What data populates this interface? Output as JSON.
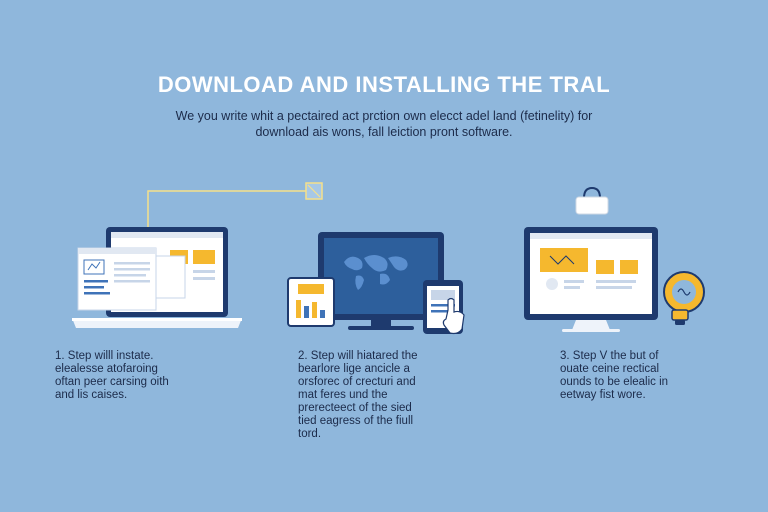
{
  "header": {
    "title": "DOWNLOAD AND INSTALLING THE TRAL",
    "subtitle_line1": "We you write whit a pectaired act prction own elecct adel land (fetinelity) for",
    "subtitle_line2": "download ais wons, fall leiction pront software."
  },
  "steps": [
    {
      "line1": "1. Step willl instate.",
      "line2": "elealesse atofaroing",
      "line3": "oftan peer carsing oith",
      "line4": "and lis caises."
    },
    {
      "line1": "2. Step will hiatared the",
      "line2": "bearlore lige ancicle a",
      "line3": "orsforec of crecturi and",
      "line4": "mat feres und the",
      "line5": "prerecteect of the sied",
      "line6": "tied eagress of the fiull",
      "line7": "tord."
    },
    {
      "line1": "3. Step V the but of",
      "line2": "ouate ceine rectical",
      "line3": "ounds to be elealic in",
      "line4": "eetway fist wore."
    }
  ],
  "colors": {
    "background": "#8fb7dc",
    "navy": "#1e3a6e",
    "accent_yellow": "#f5b82e",
    "screen_white": "#ffffff"
  },
  "icons": [
    "laptop-icon",
    "document-window-icon",
    "monitor-world-map-icon",
    "tablet-chart-icon",
    "phone-icon",
    "pointer-hand-icon",
    "lock-icon",
    "desktop-monitor-icon",
    "lightbulb-icon"
  ]
}
